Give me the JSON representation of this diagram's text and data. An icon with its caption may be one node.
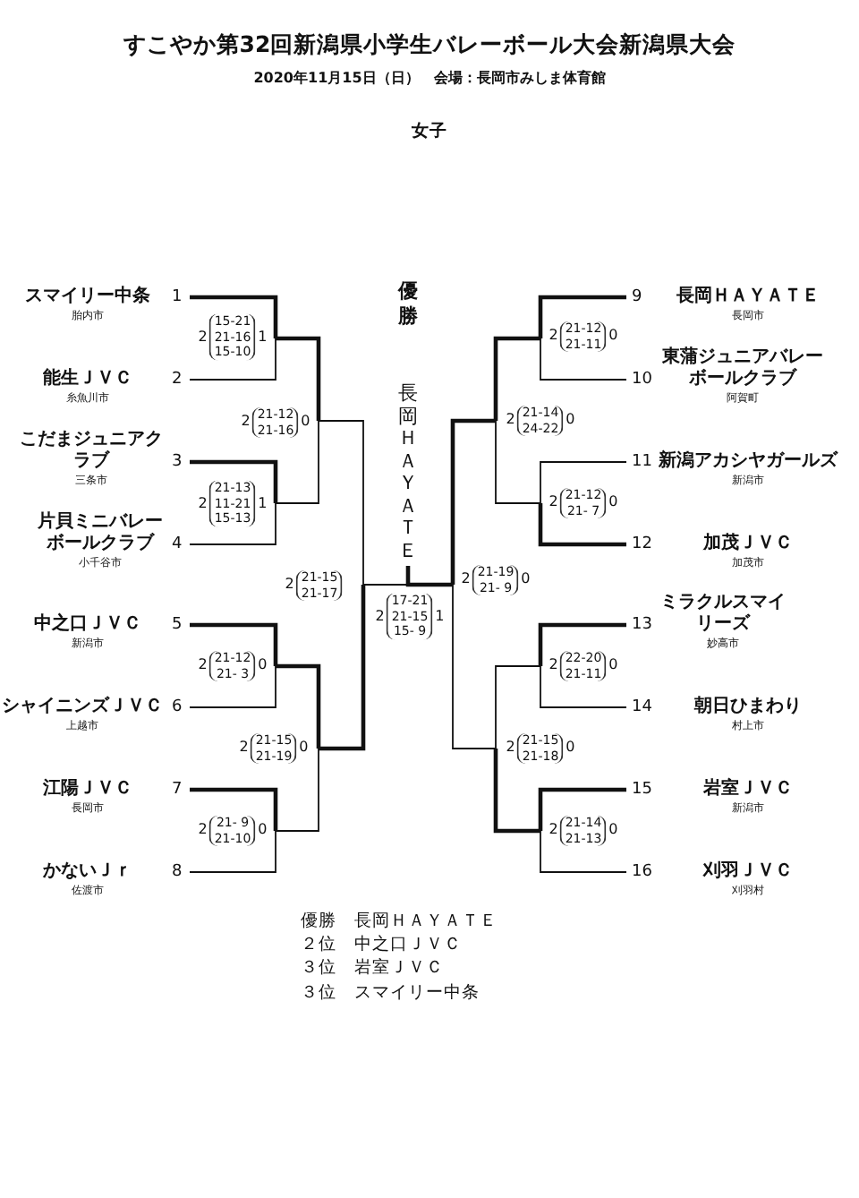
{
  "diagram": {
    "title": "すこやか第32回新潟県小学生バレーボール大会新潟県大会",
    "nodes": [
      {
        "text": [
          "スマイリー中条",
          "胎内市"
        ],
        "beside": [
          "1"
        ]
      },
      {
        "text": [
          "能生ＪＶＣ",
          "糸魚川市"
        ],
        "beside": [
          "2"
        ]
      },
      {
        "text": [
          "こだまジュニアクラブ",
          "三条市"
        ],
        "beside": [
          "3"
        ]
      },
      {
        "text": [
          "片貝ミニバレーボールクラブ",
          "小千谷市"
        ],
        "beside": [
          "4"
        ]
      },
      {
        "text": [
          "中之口ＪＶＣ",
          "新潟市"
        ],
        "beside": [
          "5"
        ]
      },
      {
        "text": [
          "シャイニンズＪＶＣ",
          "上越市"
        ],
        "beside": [
          "6"
        ]
      },
      {
        "text": [
          "江陽ＪＶＣ",
          "長岡市"
        ],
        "beside": [
          "7"
        ]
      },
      {
        "text": [
          "かないＪｒ",
          "佐渡市"
        ],
        "beside": [
          "8"
        ]
      },
      {
        "text": [
          "長岡ＨＡＹＡＴＥ",
          "長岡市"
        ],
        "beside": [
          "9"
        ]
      },
      {
        "text": [
          "東蒲ジュニアバレーボールクラブ",
          "阿賀町"
        ],
        "beside": [
          "10"
        ]
      },
      {
        "text": [
          "新潟アカシヤガールズ",
          "新潟市"
        ],
        "beside": [
          "11"
        ]
      },
      {
        "text": [
          "加茂ＪＶＣ",
          "加茂市"
        ],
        "beside": [
          "12"
        ]
      },
      {
        "text": [
          "ミラクルスマイリーズ",
          "妙高市"
        ],
        "beside": [
          "13"
        ]
      },
      {
        "text": [
          "朝日ひまわり",
          "村上市"
        ],
        "beside": [
          "14"
        ]
      },
      {
        "text": [
          "岩室ＪＶＣ",
          "新潟市"
        ],
        "beside": [
          "15"
        ]
      },
      {
        "text": [
          "刈羽ＪＶＣ",
          "刈羽村"
        ],
        "beside": [
          "16"
        ]
      }
    ],
    "labels": [
      "2020年11月15日（日）　会場：長岡市みしま体育館",
      "女子",
      "優勝",
      "長岡ＨＡＹＡＴＥ",
      "2",
      "15-21",
      "21-16",
      "15-10",
      "1",
      "2",
      "21-12",
      "21-16",
      "0",
      "2",
      "21-13",
      "11-21",
      "15-13",
      "1",
      "2",
      "21-15",
      "21-17",
      "2",
      "21-12",
      "21- 3",
      "0",
      "2",
      "21-15",
      "21-19",
      "0",
      "2",
      "21- 9",
      "21-10",
      "0",
      "2",
      "17-21",
      "21-15",
      "15- 9",
      "1",
      "2",
      "21-12",
      "21-11",
      "0",
      "2",
      "21-14",
      "24-22",
      "0",
      "2",
      "21-12",
      "21- 7",
      "0",
      "2",
      "21-19",
      "21- 9",
      "0",
      "2",
      "22-20",
      "21-11",
      "0",
      "2",
      "21-15",
      "21-18",
      "0",
      "2",
      "21-14",
      "21-13",
      "0",
      "優勝　長岡ＨＡＹＡＴＥ",
      "２位　中之口ＪＶＣ",
      "３位　岩室ＪＶＣ",
      "３位　スマイリー中条"
    ]
  }
}
